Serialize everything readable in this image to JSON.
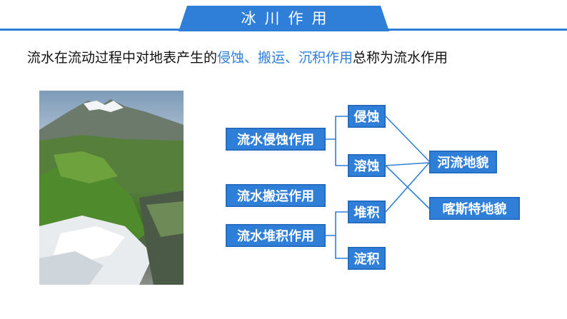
{
  "header": {
    "title": "冰川作用"
  },
  "intro": {
    "prefix": "流水在流动过程中对地表产生的",
    "highlight": "侵蚀、搬运、沉积作用",
    "suffix": "总称为流水作用"
  },
  "diagram": {
    "processes": [
      "流水侵蚀作用",
      "流水搬运作用",
      "流水堆积作用"
    ],
    "sub_processes": [
      "侵蚀",
      "溶蚀",
      "堆积",
      "淀积"
    ],
    "landforms": [
      "河流地貌",
      "喀斯特地貌"
    ]
  },
  "colors": {
    "accent": "#2f7fd8",
    "text": "#111111"
  }
}
